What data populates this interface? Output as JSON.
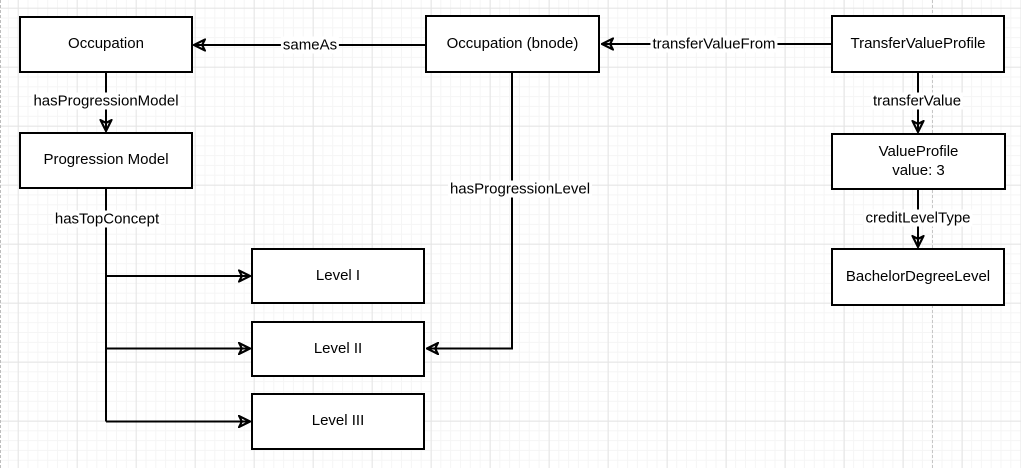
{
  "diagram": {
    "nodes": {
      "occupation": {
        "label": "Occupation"
      },
      "progression_model": {
        "label": "Progression Model"
      },
      "occupation_bnode": {
        "label": "Occupation (bnode)"
      },
      "transfer_value_profile": {
        "label": "TransferValueProfile"
      },
      "value_profile": {
        "label": "ValueProfile",
        "value_line": "value: 3"
      },
      "bachelor_degree_level": {
        "label": "BachelorDegreeLevel"
      },
      "level_1": {
        "label": "Level I"
      },
      "level_2": {
        "label": "Level II"
      },
      "level_3": {
        "label": "Level III"
      }
    },
    "edges": {
      "same_as": {
        "label": "sameAs",
        "from": "occupation_bnode",
        "to": "occupation"
      },
      "transfer_value_from": {
        "label": "transferValueFrom",
        "from": "transfer_value_profile",
        "to": "occupation_bnode"
      },
      "has_progression_model": {
        "label": "hasProgressionModel",
        "from": "occupation",
        "to": "progression_model"
      },
      "transfer_value": {
        "label": "transferValue",
        "from": "transfer_value_profile",
        "to": "value_profile"
      },
      "credit_level_type": {
        "label": "creditLevelType",
        "from": "value_profile",
        "to": "bachelor_degree_level"
      },
      "has_top_concept": {
        "label": "hasTopConcept",
        "from": "progression_model",
        "to": "level_1, level_2, level_3"
      },
      "has_progression_level": {
        "label": "hasProgressionLevel",
        "from": "occupation_bnode",
        "to": "level_2"
      }
    },
    "colors": {
      "stroke": "#000000",
      "node_fill": "#ffffff",
      "grid_minor": "#f5f5f5",
      "grid_major": "#e4e4e4",
      "page_divider": "#c6c6c6"
    }
  }
}
